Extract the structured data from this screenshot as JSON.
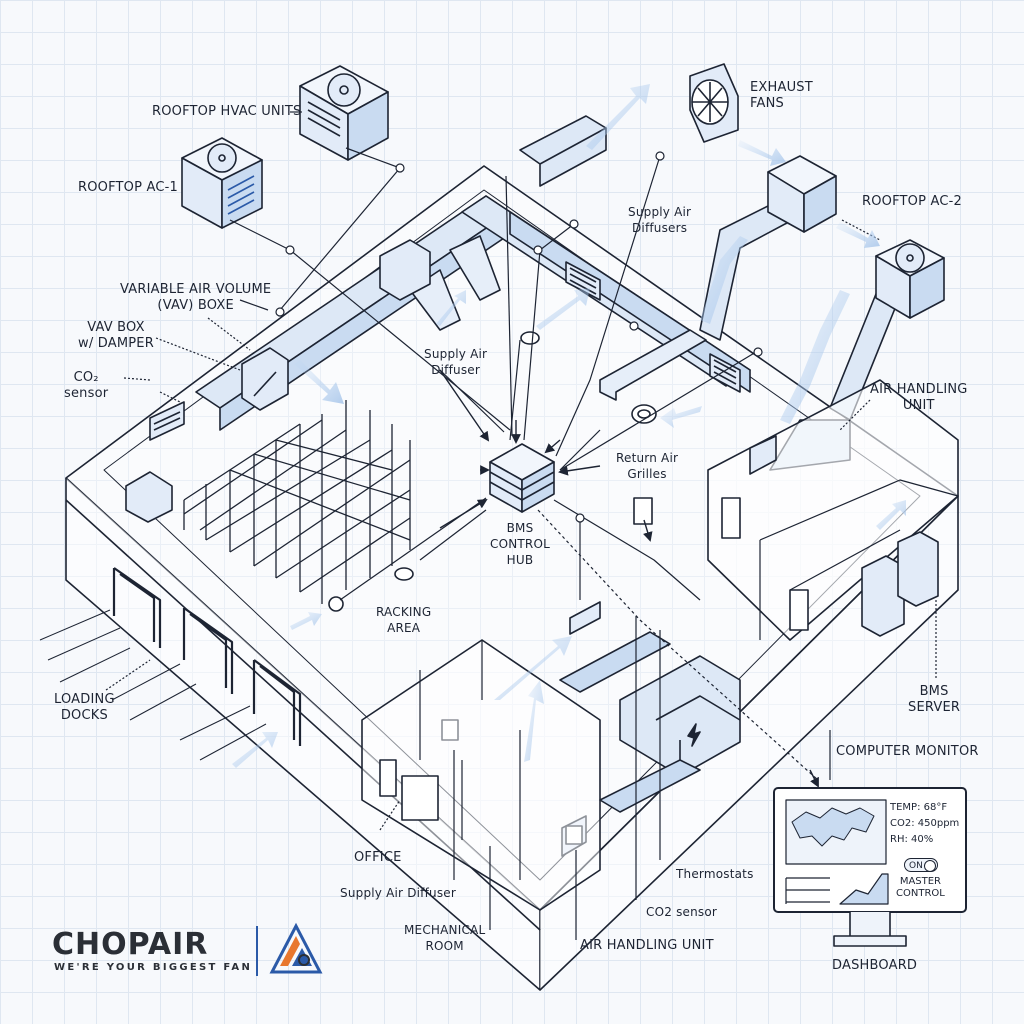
{
  "labels": {
    "rooftop_hvac_units": "ROOFTOP HVAC UNITS",
    "rooftop_ac_1": "ROOFTOP AC-1",
    "exhaust_fans": "EXHAUST\nFANS",
    "rooftop_ac_2": "ROOFTOP AC-2",
    "vav_boxes": "VARIABLE AIR VOLUME\n(VAV) BOXE",
    "vav_box_damper": "VAV BOX\nw/ DAMPER",
    "co2_sensor_left": "CO₂\nsensor",
    "supply_air_diffusers_top": "Supply Air\nDiffusers",
    "supply_air_diffuser_mid": "Supply Air\nDiffuser",
    "air_handling_unit_right": "AIR HANDLING\nUNIT",
    "return_air_grilles": "Return Air\nGrilles",
    "bms_control_hub": "BMS\nCONTROL\nHUB",
    "racking_area": "RACKING\nAREA",
    "loading_docks": "LOADING\nDOCKS",
    "bms_server": "BMS\nSERVER",
    "computer_monitor": "COMPUTER MONITOR",
    "office": "OFFICE",
    "supply_air_diffuser_bottom": "Supply Air Diffuser",
    "mechanical_room": "MECHANICAL\nROOM",
    "thermostats": "Thermostats",
    "co2_sensor_bottom": "CO2 sensor",
    "air_handling_unit_bottom": "AIR HANDLING UNIT",
    "dashboard": "DASHBOARD"
  },
  "monitor": {
    "temp": "TEMP: 68°F",
    "co2": "CO2: 450ppm",
    "rh": "RH: 40%",
    "toggle": "ON",
    "master_control": "MASTER\nCONTROL"
  },
  "logo": {
    "name": "CHOPAIR",
    "tagline": "WE'RE YOUR BIGGEST FAN"
  },
  "colors": {
    "ink": "#1d2433",
    "duct": "#dde8f6",
    "accent": "#9fc0e8",
    "airflow": "#b9d4f2",
    "logo_orange": "#e8772e",
    "logo_blue": "#2b5aa8"
  }
}
